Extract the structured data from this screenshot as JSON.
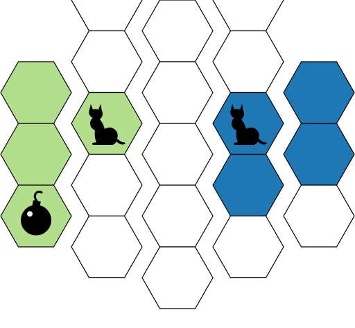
{
  "board": {
    "type": "hex-grid",
    "layout": "hexagon-radius-2",
    "colors": {
      "empty": "#ffffff",
      "green": "#b3de8d",
      "blue": "#1f77b4",
      "stroke": "#000000",
      "piece": "#000000"
    },
    "cells": [
      {
        "col": 0,
        "row": 1,
        "fill": "green",
        "piece": null
      },
      {
        "col": 0,
        "row": 2,
        "fill": "green",
        "piece": null
      },
      {
        "col": 0,
        "row": 3,
        "fill": "green",
        "piece": "bomb-icon"
      },
      {
        "col": 1,
        "row": 0,
        "fill": "empty",
        "piece": null
      },
      {
        "col": 1,
        "row": 1,
        "fill": "empty",
        "piece": null
      },
      {
        "col": 1,
        "row": 2,
        "fill": "green",
        "piece": "cat-icon"
      },
      {
        "col": 1,
        "row": 3,
        "fill": "empty",
        "piece": null
      },
      {
        "col": 1,
        "row": 4,
        "fill": "empty",
        "piece": null
      },
      {
        "col": 2,
        "row": 0,
        "fill": "empty",
        "piece": null
      },
      {
        "col": 2,
        "row": 1,
        "fill": "empty",
        "piece": null
      },
      {
        "col": 2,
        "row": 2,
        "fill": "empty",
        "piece": null
      },
      {
        "col": 2,
        "row": 3,
        "fill": "empty",
        "piece": null
      },
      {
        "col": 2,
        "row": 4,
        "fill": "empty",
        "piece": null
      },
      {
        "col": 3,
        "row": 0,
        "fill": "empty",
        "piece": null
      },
      {
        "col": 3,
        "row": 1,
        "fill": "empty",
        "piece": null
      },
      {
        "col": 3,
        "row": 2,
        "fill": "blue",
        "piece": "cat-icon"
      },
      {
        "col": 3,
        "row": 3,
        "fill": "blue",
        "piece": null
      },
      {
        "col": 3,
        "row": 4,
        "fill": "empty",
        "piece": null
      },
      {
        "col": 4,
        "row": 1,
        "fill": "blue",
        "piece": null
      },
      {
        "col": 4,
        "row": 2,
        "fill": "blue",
        "piece": null
      },
      {
        "col": 4,
        "row": 3,
        "fill": "empty",
        "piece": null
      }
    ]
  }
}
